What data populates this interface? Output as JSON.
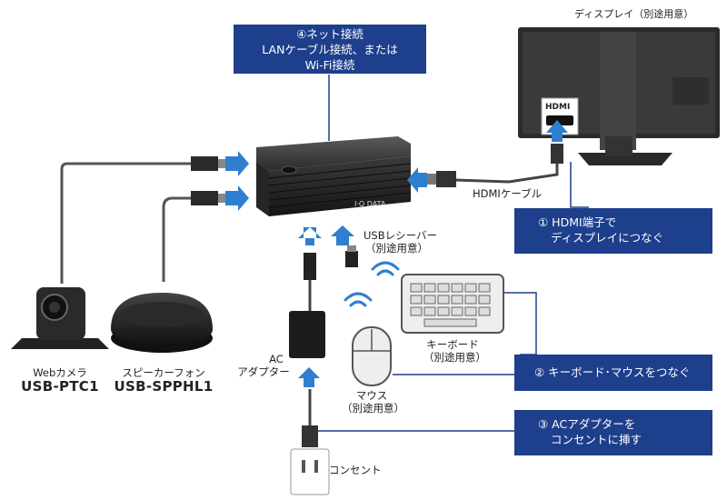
{
  "callouts": {
    "network": {
      "line1": "④ネット接続",
      "line2": "LANケーブル接続、または",
      "line3": "Wi-Fi接続"
    },
    "hdmi": {
      "line1": "① HDMI端子で",
      "line2": "ディスプレイにつなぐ"
    },
    "keyboard_mouse": {
      "line1": "② キーボード･マウスをつなぐ"
    },
    "ac": {
      "line1": "③ ACアダプターを",
      "line2": "コンセントに挿す"
    }
  },
  "labels": {
    "display": "ディスプレイ（別途用意）",
    "hdmi_cable": "HDMIケーブル",
    "hdmi_port": "HDMI",
    "usb_receiver_1": "USBレシーバー",
    "usb_receiver_2": "（別途用意）",
    "keyboard_1": "キーボード",
    "keyboard_2": "（別途用意）",
    "mouse_1": "マウス",
    "mouse_2": "（別途用意）",
    "ac_adapter_1": "AC",
    "ac_adapter_2": "アダプター",
    "outlet": "コンセント",
    "webcam_1": "Webカメラ",
    "webcam_2": "USB-PTC1",
    "speaker_1": "スピーカーフォン",
    "speaker_2": "USB-SPPHL1",
    "brand": "I·O DATA"
  },
  "colors": {
    "callout_bg": "#1d3f8c",
    "arrow": "#2f7fd0",
    "line": "#1d3f8c"
  }
}
